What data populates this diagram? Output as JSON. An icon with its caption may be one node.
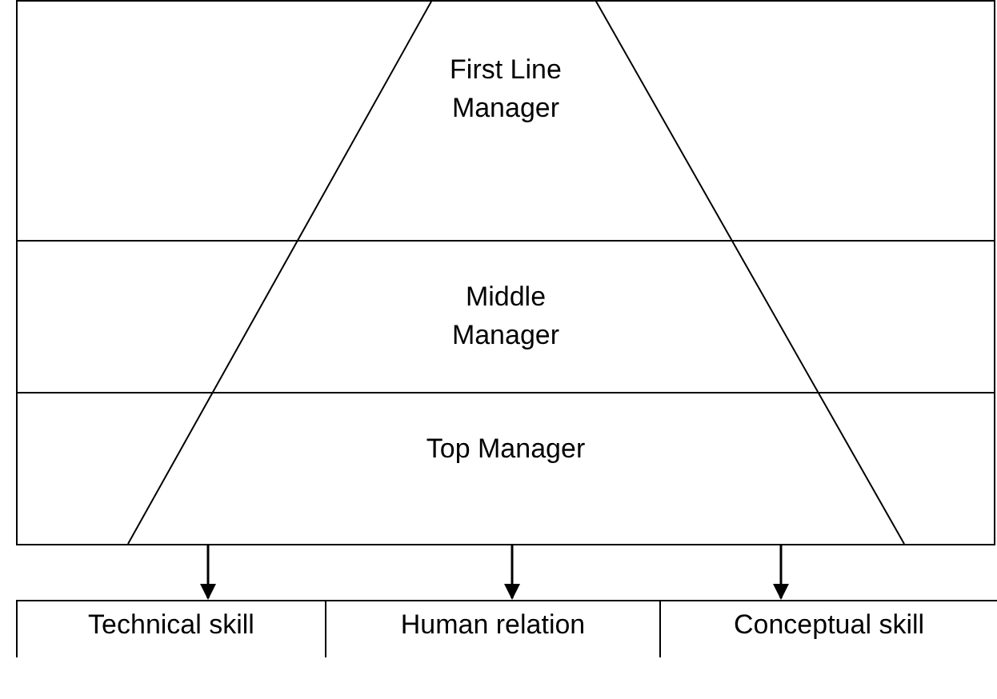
{
  "diagram": {
    "nodes": [
      {
        "text": [
          "First Line Manager"
        ]
      },
      {
        "text": [
          "Middle Manager"
        ]
      },
      {
        "text": [
          "Top Manager"
        ]
      },
      {
        "text": [
          "Technical skill"
        ]
      },
      {
        "text": [
          "Human relation"
        ]
      },
      {
        "text": [
          "Conceptual skill"
        ]
      }
    ],
    "edges": [
      {
        "from": 2,
        "to": 3,
        "arrow": "to"
      },
      {
        "from": 2,
        "to": 4,
        "arrow": "to"
      },
      {
        "from": 2,
        "to": 5,
        "arrow": "to"
      }
    ]
  }
}
